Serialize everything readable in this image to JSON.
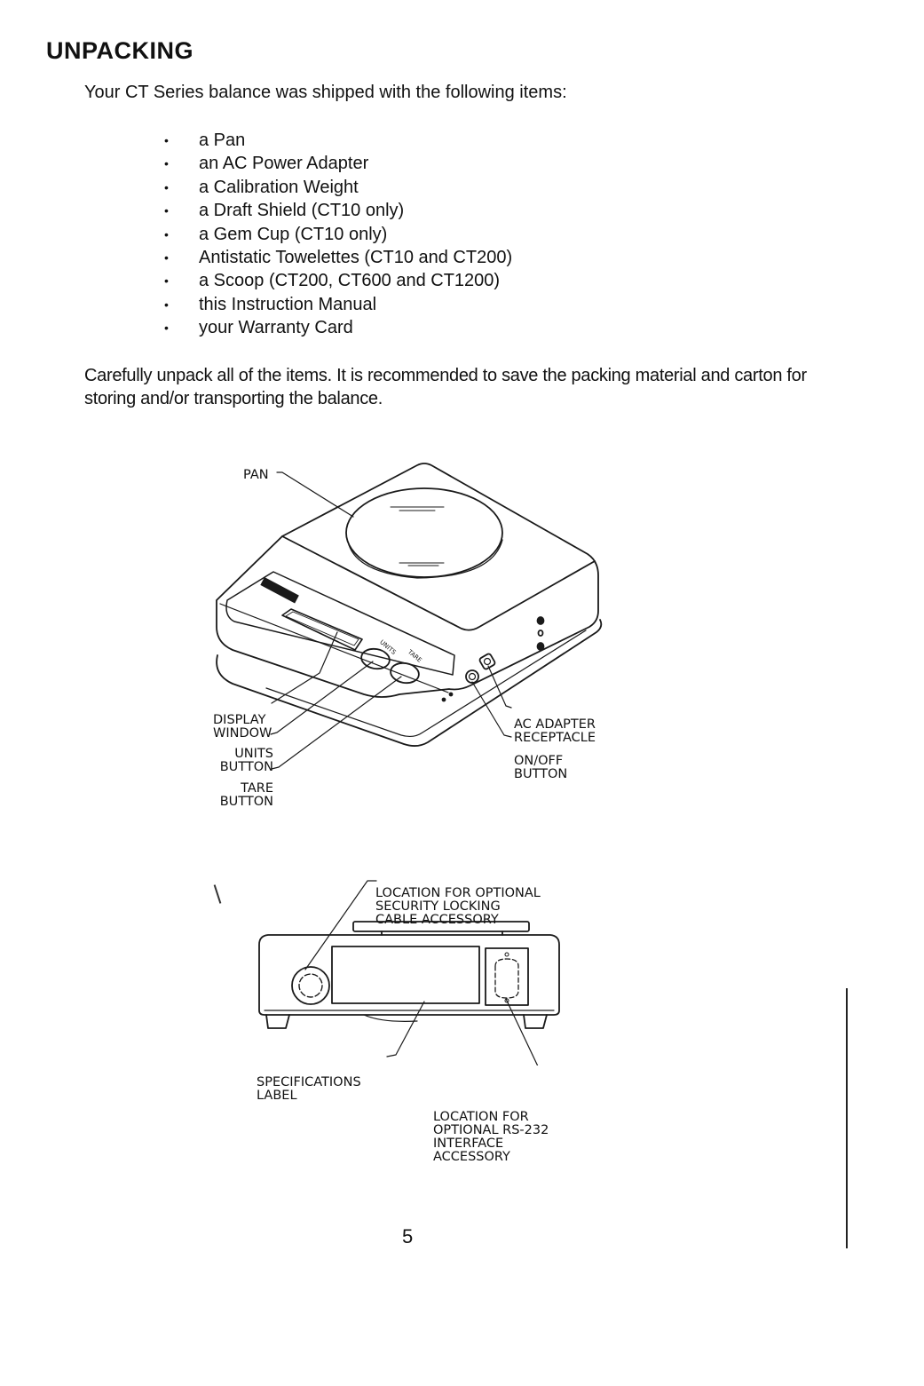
{
  "heading": "UNPACKING",
  "intro": "Your CT Series balance was shipped with the following items:",
  "bullet_char": "•",
  "items": [
    "a Pan",
    "an AC Power Adapter",
    "a Calibration Weight",
    "a Draft Shield (CT10 only)",
    "a Gem Cup (CT10 only)",
    "Antistatic Towelettes (CT10 and CT200)",
    "a Scoop (CT200, CT600 and CT1200)",
    "this Instruction Manual",
    "your Warranty Card"
  ],
  "paragraph": "Carefully unpack all of the items. It is recommended to save the packing material and carton for storing and/or transporting the balance.",
  "figure_top": {
    "pan": "PAN",
    "display_window": [
      "DISPLAY",
      "WINDOW"
    ],
    "units_button": [
      "UNITS",
      "BUTTON"
    ],
    "tare_button": [
      "TARE",
      "BUTTON"
    ],
    "ac_adapter": [
      "AC ADAPTER",
      "RECEPTACLE"
    ],
    "on_off": [
      "ON/OFF",
      "BUTTON"
    ],
    "panel_units": "UNITS",
    "panel_tare": "TARE"
  },
  "figure_bottom": {
    "security_location": [
      "LOCATION FOR OPTIONAL",
      "SECURITY LOCKING",
      "CABLE ACCESSORY"
    ],
    "spec_label": [
      "SPECIFICATIONS",
      "LABEL"
    ],
    "rs232_location": [
      "LOCATION FOR",
      "OPTIONAL RS-232",
      "INTERFACE",
      "ACCESSORY"
    ]
  },
  "page_number": "5",
  "colors": {
    "text": "#111111",
    "line": "#1a1a1a",
    "background": "#ffffff"
  }
}
